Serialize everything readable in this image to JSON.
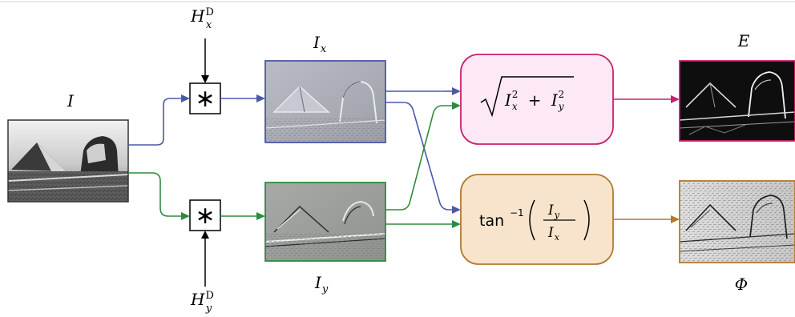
{
  "colors": {
    "blue": "#4b58a8",
    "green": "#2e8b3e",
    "magenta": "#c8216e",
    "brown": "#b07a30",
    "magnitude_fill": "#fde9f6",
    "orientation_fill": "#f8e4cc"
  },
  "labels": {
    "input": "I",
    "grad_x": "Ix",
    "grad_y": "Iy",
    "kernel_x": "HxD",
    "kernel_y": "HyD",
    "magnitude_out": "E",
    "orientation_out": "Φ"
  },
  "operators": {
    "convolution": "∗"
  },
  "formulas": {
    "magnitude": "√(Ix² + Iy²)",
    "orientation": "tan⁻¹(Iy / Ix)"
  }
}
